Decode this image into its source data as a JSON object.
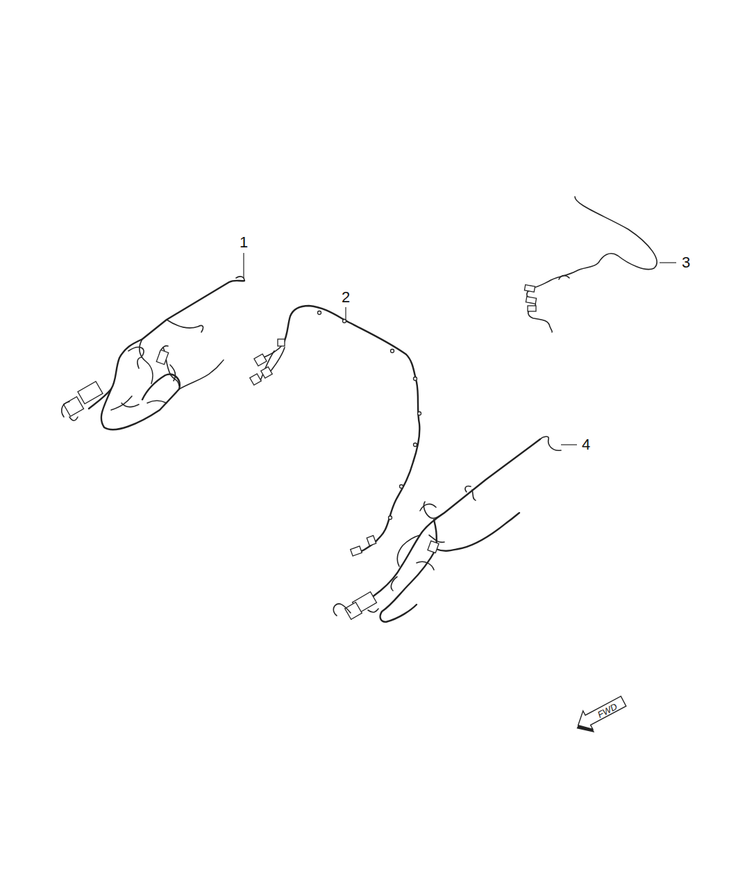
{
  "diagram": {
    "labels": [
      "1",
      "2",
      "3",
      "4",
      "FWD"
    ]
  }
}
